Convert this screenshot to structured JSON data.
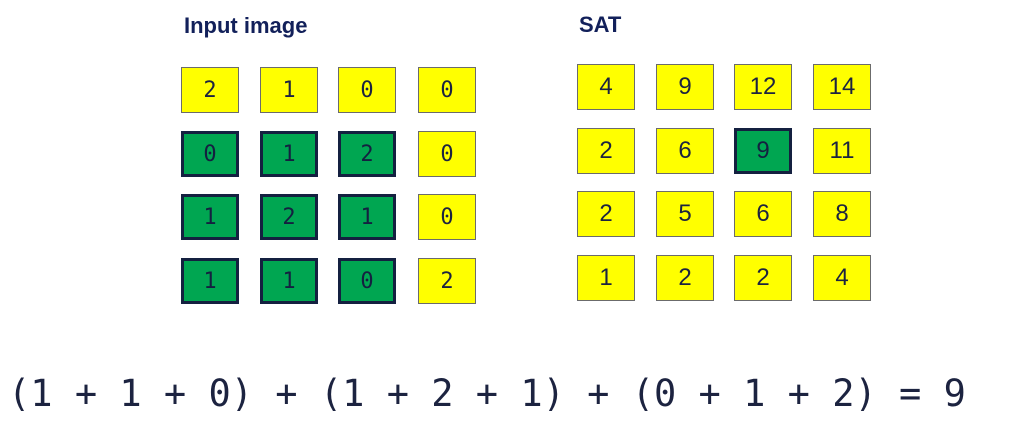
{
  "input_title": "Input image",
  "sat_title": "SAT",
  "input_grid": [
    [
      {
        "v": "2",
        "hl": false
      },
      {
        "v": "1",
        "hl": false
      },
      {
        "v": "0",
        "hl": false
      },
      {
        "v": "0",
        "hl": false
      }
    ],
    [
      {
        "v": "0",
        "hl": true
      },
      {
        "v": "1",
        "hl": true
      },
      {
        "v": "2",
        "hl": true
      },
      {
        "v": "0",
        "hl": false
      }
    ],
    [
      {
        "v": "1",
        "hl": true
      },
      {
        "v": "2",
        "hl": true
      },
      {
        "v": "1",
        "hl": true
      },
      {
        "v": "0",
        "hl": false
      }
    ],
    [
      {
        "v": "1",
        "hl": true
      },
      {
        "v": "1",
        "hl": true
      },
      {
        "v": "0",
        "hl": true
      },
      {
        "v": "2",
        "hl": false
      }
    ]
  ],
  "sat_grid": [
    [
      {
        "v": "4",
        "hl": false
      },
      {
        "v": "9",
        "hl": false
      },
      {
        "v": "12",
        "hl": false
      },
      {
        "v": "14",
        "hl": false
      }
    ],
    [
      {
        "v": "2",
        "hl": false
      },
      {
        "v": "6",
        "hl": false
      },
      {
        "v": "9",
        "hl": true
      },
      {
        "v": "11",
        "hl": false
      }
    ],
    [
      {
        "v": "2",
        "hl": false
      },
      {
        "v": "5",
        "hl": false
      },
      {
        "v": "6",
        "hl": false
      },
      {
        "v": "8",
        "hl": false
      }
    ],
    [
      {
        "v": "1",
        "hl": false
      },
      {
        "v": "2",
        "hl": false
      },
      {
        "v": "2",
        "hl": false
      },
      {
        "v": "4",
        "hl": false
      }
    ]
  ],
  "formula": "(1 + 1 + 0) + (1 + 2 + 1) + (0 + 1 + 2) = 9",
  "colors": {
    "yellow": "#ffff00",
    "green": "#00a651",
    "text": "#12205a"
  }
}
